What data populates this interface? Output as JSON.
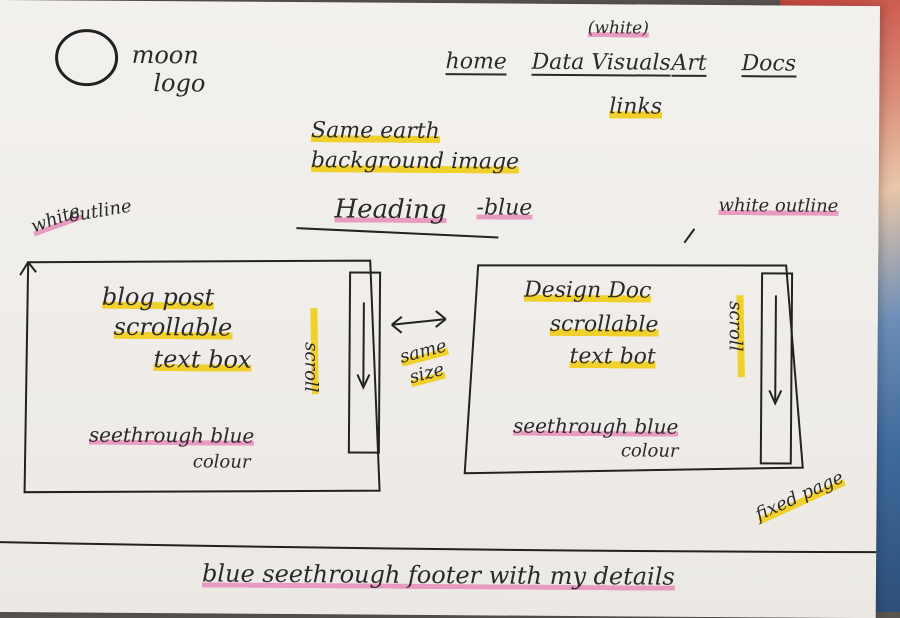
{
  "logo": {
    "name": "moon",
    "label": "logo"
  },
  "nav": {
    "annotation": "(white)",
    "items": [
      "home",
      "Data Visuals",
      "Art",
      "Docs"
    ],
    "links_note": "links"
  },
  "background_note": [
    "Same earth",
    "background image"
  ],
  "heading": {
    "text": "Heading",
    "note": "-blue"
  },
  "outline_notes": {
    "left": [
      "white",
      "outline"
    ],
    "right": "white outline"
  },
  "left_box": {
    "lines": [
      "blog post",
      "scrollable",
      "text box"
    ],
    "fill_note": [
      "seethrough blue",
      "colour"
    ],
    "scroll_label": "scroll"
  },
  "same_size_note": [
    "same",
    "size"
  ],
  "right_box": {
    "lines": [
      "Design Doc",
      "scrollable",
      "text bot"
    ],
    "fill_note": [
      "seethrough blue",
      "colour"
    ],
    "scroll_label": "scroll"
  },
  "fixed_page_note": "fixed page",
  "footer_note": "blue seethrough footer with my details"
}
